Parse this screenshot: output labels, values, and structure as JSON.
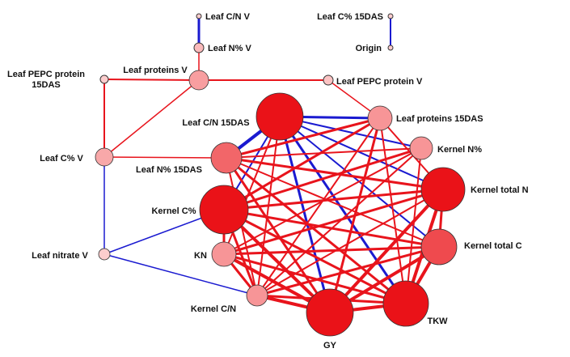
{
  "colors": {
    "positive": "#e8141c",
    "negative": "#1a1ad0",
    "outline": "#333333"
  },
  "nodes": [
    {
      "id": "leaf_cn_v",
      "label": "Leaf C/N V",
      "level": 0.0
    },
    {
      "id": "leaf_n_v",
      "label": "Leaf N% V",
      "level": 0.1
    },
    {
      "id": "leaf_c15",
      "label": "Leaf C% 15DAS",
      "level": 0.0
    },
    {
      "id": "origin",
      "label": "Origin",
      "level": 0.0
    },
    {
      "id": "leaf_pepc15",
      "label": "Leaf PEPC protein 15DAS",
      "level": 0.0
    },
    {
      "id": "leaf_prot_v",
      "label": "Leaf proteins V",
      "level": 0.25
    },
    {
      "id": "leaf_pepc_v",
      "label": "Leaf PEPC protein V",
      "level": 0.05
    },
    {
      "id": "leaf_cn15",
      "label": "Leaf C/N 15DAS",
      "level": 1.0
    },
    {
      "id": "leaf_prot15",
      "label": "Leaf proteins 15DAS",
      "level": 0.3
    },
    {
      "id": "leaf_c_v",
      "label": "Leaf C% V",
      "level": 0.2
    },
    {
      "id": "kernel_n",
      "label": "Kernel N%",
      "level": 0.3
    },
    {
      "id": "leaf_n15",
      "label": "Leaf N% 15DAS",
      "level": 0.55
    },
    {
      "id": "kernel_totn",
      "label": "Kernel total N",
      "level": 1.0
    },
    {
      "id": "kernel_c",
      "label": "Kernel C%",
      "level": 1.0
    },
    {
      "id": "kernel_totc",
      "label": "Kernel total C",
      "level": 0.7
    },
    {
      "id": "kn",
      "label": "KN",
      "level": 0.3
    },
    {
      "id": "leaf_nitrate_v",
      "label": "Leaf nitrate V",
      "level": 0.0
    },
    {
      "id": "kernel_cn",
      "label": "Kernel C/N",
      "level": 0.3
    },
    {
      "id": "gy",
      "label": "GY",
      "level": 1.0
    },
    {
      "id": "tkw",
      "label": "TKW",
      "level": 1.0
    }
  ],
  "edges": [
    {
      "a": "leaf_cn_v",
      "b": "leaf_n_v",
      "sign": "neg",
      "w": 3
    },
    {
      "a": "leaf_c15",
      "b": "origin",
      "sign": "neg",
      "w": 2
    },
    {
      "a": "leaf_pepc15",
      "b": "leaf_prot_v",
      "sign": "pos",
      "w": 2
    },
    {
      "a": "leaf_pepc15",
      "b": "leaf_c_v",
      "sign": "pos",
      "w": 2
    },
    {
      "a": "leaf_prot_v",
      "b": "leaf_pepc_v",
      "sign": "pos",
      "w": 2
    },
    {
      "a": "leaf_prot_v",
      "b": "leaf_c_v",
      "sign": "pos",
      "w": 1.5
    },
    {
      "a": "leaf_prot_v",
      "b": "leaf_n_v",
      "sign": "pos",
      "w": 1.5
    },
    {
      "a": "leaf_pepc_v",
      "b": "leaf_prot15",
      "sign": "pos",
      "w": 1.5
    },
    {
      "a": "leaf_c_v",
      "b": "leaf_n15",
      "sign": "pos",
      "w": 1.5
    },
    {
      "a": "leaf_c_v",
      "b": "leaf_nitrate_v",
      "sign": "neg",
      "w": 1.5
    },
    {
      "a": "leaf_nitrate_v",
      "b": "kernel_c",
      "sign": "neg",
      "w": 1.5
    },
    {
      "a": "leaf_nitrate_v",
      "b": "kernel_cn",
      "sign": "neg",
      "w": 1.5
    },
    {
      "a": "leaf_cn15",
      "b": "leaf_n15",
      "sign": "neg",
      "w": 4
    },
    {
      "a": "leaf_cn15",
      "b": "leaf_prot15",
      "sign": "neg",
      "w": 3
    },
    {
      "a": "leaf_cn15",
      "b": "kernel_n",
      "sign": "neg",
      "w": 2
    },
    {
      "a": "leaf_cn15",
      "b": "kernel_totn",
      "sign": "neg",
      "w": 2
    },
    {
      "a": "leaf_cn15",
      "b": "kernel_totc",
      "sign": "neg",
      "w": 2
    },
    {
      "a": "leaf_cn15",
      "b": "gy",
      "sign": "neg",
      "w": 3
    },
    {
      "a": "leaf_cn15",
      "b": "tkw",
      "sign": "neg",
      "w": 3
    },
    {
      "a": "leaf_cn15",
      "b": "kernel_c",
      "sign": "neg",
      "w": 2
    },
    {
      "a": "leaf_cn15",
      "b": "kn",
      "sign": "pos",
      "w": 2
    },
    {
      "a": "leaf_cn15",
      "b": "kernel_cn",
      "sign": "pos",
      "w": 2
    },
    {
      "a": "leaf_n15",
      "b": "leaf_prot15",
      "sign": "pos",
      "w": 3
    },
    {
      "a": "leaf_n15",
      "b": "kernel_n",
      "sign": "pos",
      "w": 2
    },
    {
      "a": "leaf_n15",
      "b": "kernel_totn",
      "sign": "pos",
      "w": 3
    },
    {
      "a": "leaf_n15",
      "b": "kernel_totc",
      "sign": "pos",
      "w": 2
    },
    {
      "a": "leaf_n15",
      "b": "gy",
      "sign": "pos",
      "w": 3
    },
    {
      "a": "leaf_n15",
      "b": "tkw",
      "sign": "pos",
      "w": 3
    },
    {
      "a": "leaf_n15",
      "b": "kernel_cn",
      "sign": "pos",
      "w": 2
    },
    {
      "a": "leaf_prot15",
      "b": "kernel_c",
      "sign": "pos",
      "w": 3
    },
    {
      "a": "leaf_prot15",
      "b": "kernel_totn",
      "sign": "pos",
      "w": 2
    },
    {
      "a": "leaf_prot15",
      "b": "gy",
      "sign": "pos",
      "w": 3
    },
    {
      "a": "leaf_prot15",
      "b": "tkw",
      "sign": "pos",
      "w": 2
    },
    {
      "a": "leaf_prot15",
      "b": "kernel_cn",
      "sign": "pos",
      "w": 2
    },
    {
      "a": "kernel_n",
      "b": "kernel_c",
      "sign": "pos",
      "w": 3
    },
    {
      "a": "kernel_n",
      "b": "kn",
      "sign": "pos",
      "w": 2
    },
    {
      "a": "kernel_n",
      "b": "kernel_cn",
      "sign": "pos",
      "w": 2
    },
    {
      "a": "kernel_n",
      "b": "tkw",
      "sign": "pos",
      "w": 2
    },
    {
      "a": "kernel_totn",
      "b": "kernel_c",
      "sign": "pos",
      "w": 3
    },
    {
      "a": "kernel_totn",
      "b": "kn",
      "sign": "pos",
      "w": 3
    },
    {
      "a": "kernel_totn",
      "b": "gy",
      "sign": "pos",
      "w": 4
    },
    {
      "a": "kernel_totn",
      "b": "tkw",
      "sign": "pos",
      "w": 4
    },
    {
      "a": "kernel_totn",
      "b": "kernel_totc",
      "sign": "pos",
      "w": 3
    },
    {
      "a": "kernel_totn",
      "b": "kernel_cn",
      "sign": "pos",
      "w": 2
    },
    {
      "a": "kernel_c",
      "b": "kernel_totc",
      "sign": "pos",
      "w": 3
    },
    {
      "a": "kernel_c",
      "b": "gy",
      "sign": "pos",
      "w": 4
    },
    {
      "a": "kernel_c",
      "b": "tkw",
      "sign": "pos",
      "w": 3
    },
    {
      "a": "kernel_c",
      "b": "kn",
      "sign": "pos",
      "w": 3
    },
    {
      "a": "kernel_c",
      "b": "kernel_cn",
      "sign": "pos",
      "w": 3
    },
    {
      "a": "kernel_totc",
      "b": "kn",
      "sign": "pos",
      "w": 3
    },
    {
      "a": "kernel_totc",
      "b": "gy",
      "sign": "pos",
      "w": 4
    },
    {
      "a": "kernel_totc",
      "b": "tkw",
      "sign": "pos",
      "w": 4
    },
    {
      "a": "kernel_totc",
      "b": "kernel_cn",
      "sign": "pos",
      "w": 3
    },
    {
      "a": "kn",
      "b": "gy",
      "sign": "pos",
      "w": 4
    },
    {
      "a": "kn",
      "b": "tkw",
      "sign": "pos",
      "w": 3
    },
    {
      "a": "kn",
      "b": "kernel_cn",
      "sign": "pos",
      "w": 3
    },
    {
      "a": "kernel_cn",
      "b": "gy",
      "sign": "pos",
      "w": 4
    },
    {
      "a": "kernel_cn",
      "b": "tkw",
      "sign": "pos",
      "w": 3
    },
    {
      "a": "gy",
      "b": "tkw",
      "sign": "pos",
      "w": 4
    }
  ]
}
